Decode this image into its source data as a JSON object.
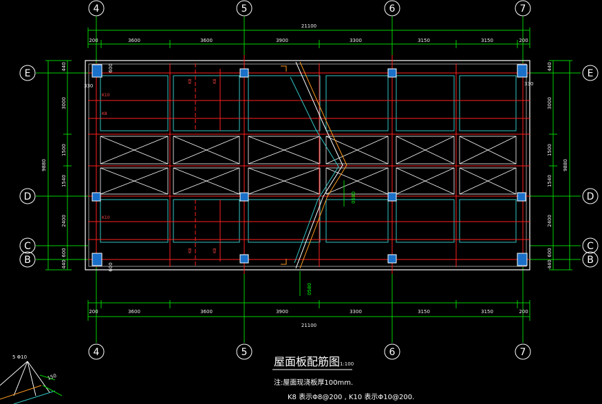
{
  "drawing": {
    "axes_top": [
      "4",
      "5",
      "6",
      "7"
    ],
    "axes_bottom": [
      "4",
      "5",
      "6",
      "7"
    ],
    "axes_left": [
      "E",
      "D",
      "C",
      "B"
    ],
    "axes_right": [
      "E",
      "D",
      "C",
      "B"
    ],
    "top_total": "21100",
    "top_segments": [
      "200",
      "3600",
      "3600",
      "3900",
      "3300",
      "3150",
      "3150",
      "200"
    ],
    "bottom_total": "21100",
    "bottom_segments": [
      "200",
      "3600",
      "3600",
      "3900",
      "3300",
      "3150",
      "3150",
      "200"
    ],
    "left_total": "9880",
    "left_segments": [
      "440",
      "3000",
      "1500",
      "1540",
      "2400",
      "600",
      "440"
    ],
    "right_total": "9880",
    "right_segments": [
      "440",
      "3000",
      "1500",
      "1540",
      "2400",
      "600",
      "440"
    ],
    "small_labels": [
      "330",
      "330",
      "600",
      "600"
    ],
    "rebar_labels": [
      "K10",
      "K8",
      "K8",
      "K8",
      "K10",
      "K8",
      "K8"
    ],
    "joint_labels": [
      "0580",
      "0580"
    ],
    "title": "屋面板配筋图",
    "scale": "1:100",
    "note_line1": "注:屋面现浇板厚100mm.",
    "note_line2": "K8  表示Φ8@200   , K10  表示Φ10@200.",
    "detail_label": "5 Φ10",
    "detail_dim": "150"
  }
}
